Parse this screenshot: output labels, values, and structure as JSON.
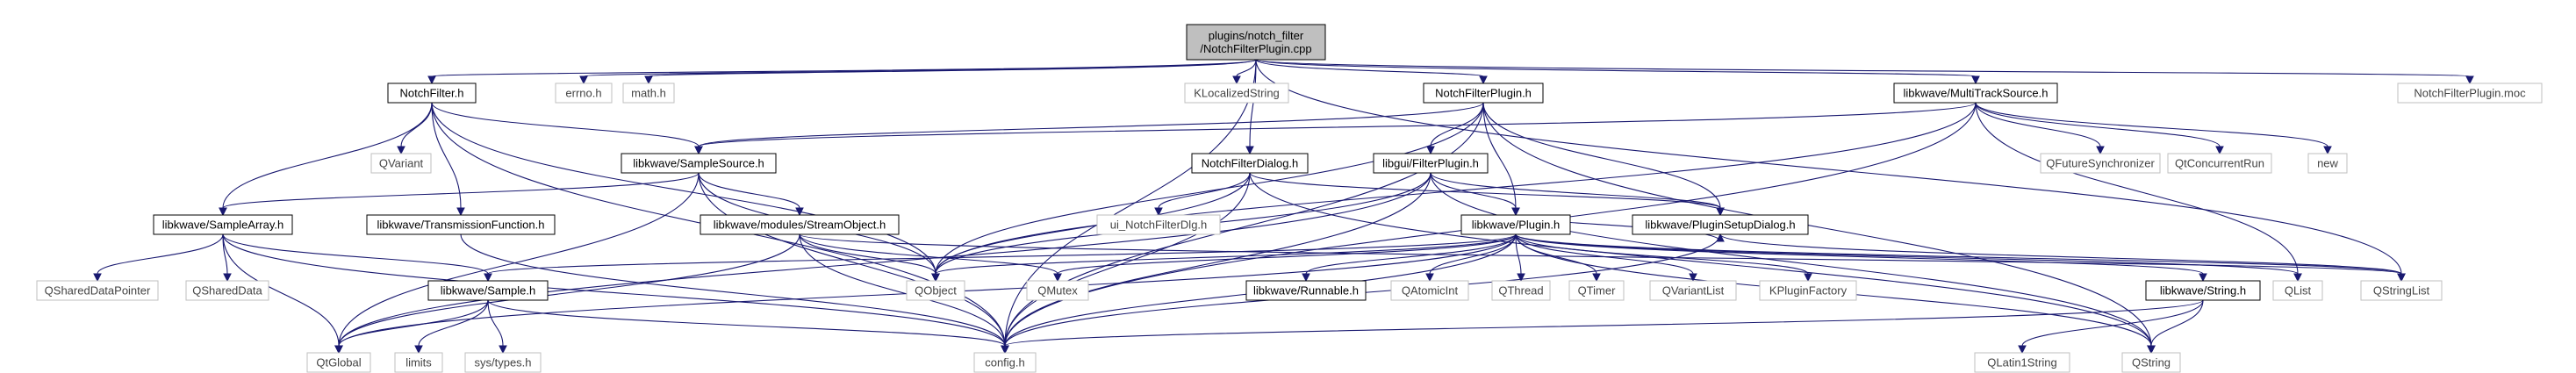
{
  "graph": {
    "nodes": [
      {
        "id": "main",
        "lines": [
          "plugins/notch_filter",
          "/NotchFilterPlugin.cpp"
        ],
        "kind": "highlight"
      },
      {
        "id": "notchfilter_h",
        "lines": [
          "NotchFilter.h"
        ],
        "kind": "documented"
      },
      {
        "id": "errno_h",
        "lines": [
          "errno.h"
        ],
        "kind": "external"
      },
      {
        "id": "math_h",
        "lines": [
          "math.h"
        ],
        "kind": "external"
      },
      {
        "id": "klocalizedstring",
        "lines": [
          "KLocalizedString"
        ],
        "kind": "external"
      },
      {
        "id": "notchfilterplugin_h",
        "lines": [
          "NotchFilterPlugin.h"
        ],
        "kind": "documented"
      },
      {
        "id": "multitracksource_h",
        "lines": [
          "libkwave/MultiTrackSource.h"
        ],
        "kind": "documented"
      },
      {
        "id": "notchfilterplugin_moc",
        "lines": [
          "NotchFilterPlugin.moc"
        ],
        "kind": "external"
      },
      {
        "id": "qvariant",
        "lines": [
          "QVariant"
        ],
        "kind": "external"
      },
      {
        "id": "samplesource_h",
        "lines": [
          "libkwave/SampleSource.h"
        ],
        "kind": "documented"
      },
      {
        "id": "notchfilterdialog_h",
        "lines": [
          "NotchFilterDialog.h"
        ],
        "kind": "documented"
      },
      {
        "id": "filterplugin_h",
        "lines": [
          "libgui/FilterPlugin.h"
        ],
        "kind": "documented"
      },
      {
        "id": "qfuturesync",
        "lines": [
          "QFutureSynchronizer"
        ],
        "kind": "external"
      },
      {
        "id": "qtconcurrentrun",
        "lines": [
          "QtConcurrentRun"
        ],
        "kind": "external"
      },
      {
        "id": "new",
        "lines": [
          "new"
        ],
        "kind": "external"
      },
      {
        "id": "samplearray_h",
        "lines": [
          "libkwave/SampleArray.h"
        ],
        "kind": "documented"
      },
      {
        "id": "transmissionfunction_h",
        "lines": [
          "libkwave/TransmissionFunction.h"
        ],
        "kind": "documented"
      },
      {
        "id": "streamobject_h",
        "lines": [
          "libkwave/modules/StreamObject.h"
        ],
        "kind": "documented"
      },
      {
        "id": "ui_notchfilterdlg",
        "lines": [
          "ui_NotchFilterDlg.h"
        ],
        "kind": "external"
      },
      {
        "id": "pluginsetupdialog_h",
        "lines": [
          "libkwave/PluginSetupDialog.h"
        ],
        "kind": "documented"
      },
      {
        "id": "plugin_h",
        "lines": [
          "libkwave/Plugin.h"
        ],
        "kind": "documented"
      },
      {
        "id": "qsharedpointer",
        "lines": [
          "QSharedDataPointer"
        ],
        "kind": "external"
      },
      {
        "id": "qshareddata",
        "lines": [
          "QSharedData"
        ],
        "kind": "external"
      },
      {
        "id": "qobject",
        "lines": [
          "QObject"
        ],
        "kind": "external"
      },
      {
        "id": "qmutex",
        "lines": [
          "QMutex"
        ],
        "kind": "external"
      },
      {
        "id": "sample_h",
        "lines": [
          "libkwave/Sample.h"
        ],
        "kind": "documented"
      },
      {
        "id": "runnable_h",
        "lines": [
          "libkwave/Runnable.h"
        ],
        "kind": "documented"
      },
      {
        "id": "qatomicint",
        "lines": [
          "QAtomicInt"
        ],
        "kind": "external"
      },
      {
        "id": "qthread",
        "lines": [
          "QThread"
        ],
        "kind": "external"
      },
      {
        "id": "qtimer",
        "lines": [
          "QTimer"
        ],
        "kind": "external"
      },
      {
        "id": "qvariantlist",
        "lines": [
          "QVariantList"
        ],
        "kind": "external"
      },
      {
        "id": "kpluginfactory",
        "lines": [
          "KPluginFactory"
        ],
        "kind": "external"
      },
      {
        "id": "string_h",
        "lines": [
          "libkwave/String.h"
        ],
        "kind": "documented"
      },
      {
        "id": "qlist",
        "lines": [
          "QList"
        ],
        "kind": "external"
      },
      {
        "id": "qstringlist",
        "lines": [
          "QStringList"
        ],
        "kind": "external"
      },
      {
        "id": "qtglobal",
        "lines": [
          "QtGlobal"
        ],
        "kind": "external"
      },
      {
        "id": "limits",
        "lines": [
          "limits"
        ],
        "kind": "external"
      },
      {
        "id": "systypes_h",
        "lines": [
          "sys/types.h"
        ],
        "kind": "external"
      },
      {
        "id": "config_h",
        "lines": [
          "config.h"
        ],
        "kind": "external"
      },
      {
        "id": "qlatin1string",
        "lines": [
          "QLatin1String"
        ],
        "kind": "external"
      },
      {
        "id": "qstring",
        "lines": [
          "QString"
        ],
        "kind": "external"
      }
    ],
    "edges": [
      [
        "main",
        "notchfilter_h"
      ],
      [
        "main",
        "errno_h"
      ],
      [
        "main",
        "math_h"
      ],
      [
        "main",
        "klocalizedstring"
      ],
      [
        "main",
        "notchfilterplugin_h"
      ],
      [
        "main",
        "multitracksource_h"
      ],
      [
        "main",
        "notchfilterplugin_moc"
      ],
      [
        "main",
        "notchfilterdialog_h"
      ],
      [
        "main",
        "config_h"
      ],
      [
        "notchfilter_h",
        "qvariant"
      ],
      [
        "notchfilter_h",
        "samplesource_h"
      ],
      [
        "notchfilter_h",
        "samplearray_h"
      ],
      [
        "notchfilter_h",
        "transmissionfunction_h"
      ],
      [
        "notchfilter_h",
        "qobject"
      ],
      [
        "notchfilter_h",
        "config_h"
      ],
      [
        "notchfilterplugin_h",
        "samplesource_h"
      ],
      [
        "notchfilterplugin_h",
        "filterplugin_h"
      ],
      [
        "notchfilterplugin_h",
        "plugin_h"
      ],
      [
        "notchfilterplugin_h",
        "pluginsetupdialog_h"
      ],
      [
        "notchfilterplugin_h",
        "qobject"
      ],
      [
        "notchfilterplugin_h",
        "qstring"
      ],
      [
        "notchfilterplugin_h",
        "config_h"
      ],
      [
        "multitracksource_h",
        "qfuturesync"
      ],
      [
        "multitracksource_h",
        "qtconcurrentrun"
      ],
      [
        "multitracksource_h",
        "new"
      ],
      [
        "multitracksource_h",
        "qlist"
      ],
      [
        "multitracksource_h",
        "qobject"
      ],
      [
        "multitracksource_h",
        "config_h"
      ],
      [
        "multitracksource_h",
        "samplesource_h"
      ],
      [
        "main",
        "qstringlist"
      ],
      [
        "samplesource_h",
        "samplearray_h"
      ],
      [
        "samplesource_h",
        "streamobject_h"
      ],
      [
        "samplesource_h",
        "qobject"
      ],
      [
        "samplesource_h",
        "config_h"
      ],
      [
        "samplesource_h",
        "qtglobal"
      ],
      [
        "notchfilterdialog_h",
        "ui_notchfilterdlg"
      ],
      [
        "notchfilterdialog_h",
        "pluginsetupdialog_h"
      ],
      [
        "notchfilterdialog_h",
        "qobject"
      ],
      [
        "notchfilterdialog_h",
        "config_h"
      ],
      [
        "notchfilterdialog_h",
        "qstring"
      ],
      [
        "filterplugin_h",
        "plugin_h"
      ],
      [
        "filterplugin_h",
        "pluginsetupdialog_h"
      ],
      [
        "filterplugin_h",
        "qobject"
      ],
      [
        "filterplugin_h",
        "config_h"
      ],
      [
        "filterplugin_h",
        "qstring"
      ],
      [
        "filterplugin_h",
        "qtglobal"
      ],
      [
        "samplearray_h",
        "qsharedpointer"
      ],
      [
        "samplearray_h",
        "qshareddata"
      ],
      [
        "samplearray_h",
        "sample_h"
      ],
      [
        "samplearray_h",
        "qtglobal"
      ],
      [
        "samplearray_h",
        "config_h"
      ],
      [
        "transmissionfunction_h",
        "config_h"
      ],
      [
        "streamobject_h",
        "qobject"
      ],
      [
        "streamobject_h",
        "qmutex"
      ],
      [
        "streamobject_h",
        "config_h"
      ],
      [
        "streamobject_h",
        "qtglobal"
      ],
      [
        "streamobject_h",
        "qstringlist"
      ],
      [
        "pluginsetupdialog_h",
        "config_h"
      ],
      [
        "pluginsetupdialog_h",
        "qstringlist"
      ],
      [
        "plugin_h",
        "qobject"
      ],
      [
        "plugin_h",
        "qmutex"
      ],
      [
        "plugin_h",
        "sample_h"
      ],
      [
        "plugin_h",
        "runnable_h"
      ],
      [
        "plugin_h",
        "qatomicint"
      ],
      [
        "plugin_h",
        "qthread"
      ],
      [
        "plugin_h",
        "qtimer"
      ],
      [
        "plugin_h",
        "qvariantlist"
      ],
      [
        "plugin_h",
        "kpluginfactory"
      ],
      [
        "plugin_h",
        "string_h"
      ],
      [
        "plugin_h",
        "qlist"
      ],
      [
        "plugin_h",
        "qstringlist"
      ],
      [
        "plugin_h",
        "qtglobal"
      ],
      [
        "plugin_h",
        "config_h"
      ],
      [
        "plugin_h",
        "pluginsetupdialog_h"
      ],
      [
        "plugin_h",
        "qstring"
      ],
      [
        "sample_h",
        "qtglobal"
      ],
      [
        "sample_h",
        "limits"
      ],
      [
        "sample_h",
        "systypes_h"
      ],
      [
        "sample_h",
        "config_h"
      ],
      [
        "string_h",
        "config_h"
      ],
      [
        "string_h",
        "qlatin1string"
      ],
      [
        "string_h",
        "qstring"
      ]
    ]
  }
}
